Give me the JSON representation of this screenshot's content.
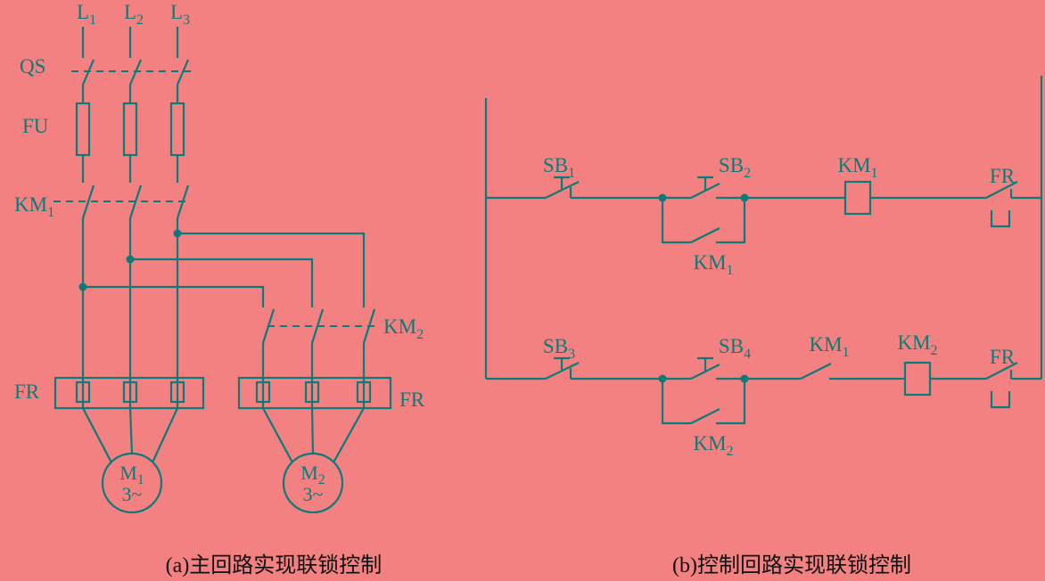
{
  "colors": {
    "background": "#f48181",
    "line": "#0b7b79",
    "caption": "#101010"
  },
  "main_circuit": {
    "caption": "(a)主回路实现联锁控制",
    "phases": [
      {
        "base": "L",
        "sub": "1"
      },
      {
        "base": "L",
        "sub": "2"
      },
      {
        "base": "L",
        "sub": "3"
      }
    ],
    "switch_label": "QS",
    "fuse_label": "FU",
    "contactor1": {
      "base": "KM",
      "sub": "1"
    },
    "contactor2": {
      "base": "KM",
      "sub": "2"
    },
    "thermal_left": "FR",
    "thermal_right": "FR",
    "motor1": {
      "base": "M",
      "sub": "1",
      "phase": "3~"
    },
    "motor2": {
      "base": "M",
      "sub": "2",
      "phase": "3~"
    }
  },
  "control_circuit": {
    "caption": "(b)控制回路实现联锁控制",
    "rung1": {
      "stop_button": {
        "base": "SB",
        "sub": "1"
      },
      "start_button": {
        "base": "SB",
        "sub": "2"
      },
      "holding_contact": {
        "base": "KM",
        "sub": "1"
      },
      "coil": {
        "base": "KM",
        "sub": "1"
      },
      "thermal": "FR"
    },
    "rung2": {
      "stop_button": {
        "base": "SB",
        "sub": "3"
      },
      "start_button": {
        "base": "SB",
        "sub": "4"
      },
      "holding_contact": {
        "base": "KM",
        "sub": "2"
      },
      "interlock_contact": {
        "base": "KM",
        "sub": "1"
      },
      "coil": {
        "base": "KM",
        "sub": "2"
      },
      "thermal": "FR"
    }
  }
}
